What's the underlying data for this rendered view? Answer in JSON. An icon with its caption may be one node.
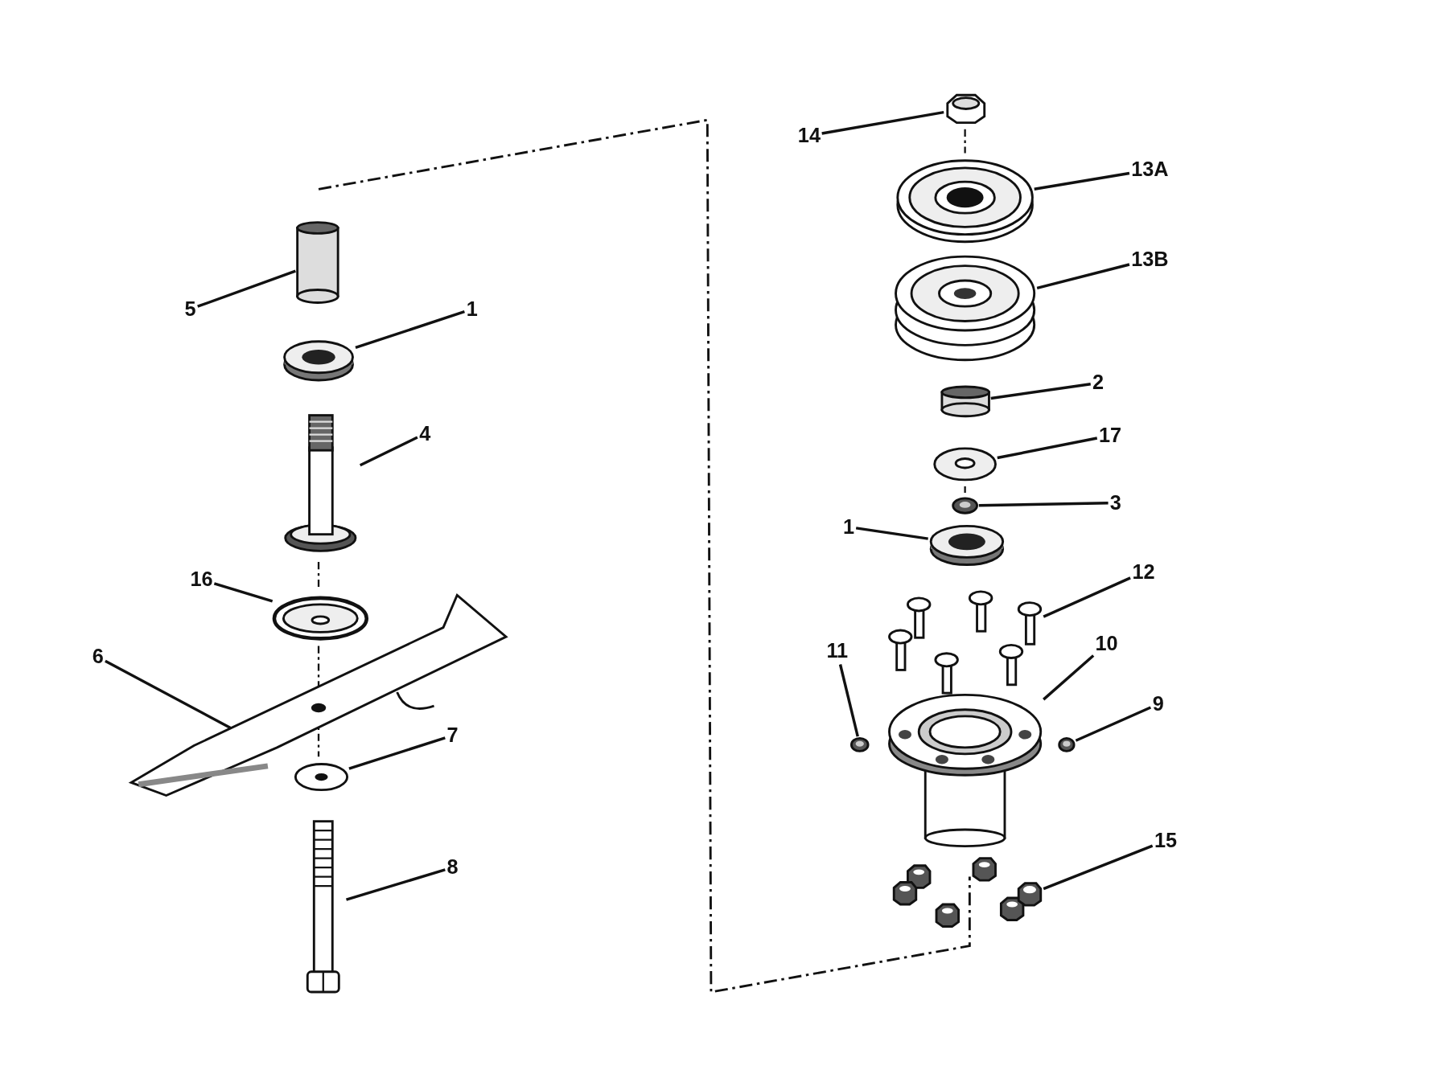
{
  "diagram": {
    "nodes": [
      {
        "text": [
          "5"
        ]
      },
      {
        "text": [],
        "shape": "cylinder"
      },
      {
        "text": [
          "1"
        ]
      },
      {
        "text": [],
        "shape": "picture"
      },
      {
        "text": [
          "4"
        ]
      },
      {
        "text": [],
        "shape": "picture"
      },
      {
        "text": [
          "16"
        ]
      },
      {
        "text": [],
        "shape": "picture"
      },
      {
        "text": [
          "6"
        ]
      },
      {
        "text": [],
        "shape": "picture"
      },
      {
        "text": [
          "7"
        ]
      },
      {
        "text": [],
        "shape": "picture"
      },
      {
        "text": [
          "8"
        ]
      },
      {
        "text": [],
        "shape": "picture"
      },
      {
        "text": [
          "14"
        ]
      },
      {
        "text": [],
        "shape": "picture"
      },
      {
        "text": [
          "13A"
        ]
      },
      {
        "text": [],
        "shape": "picture"
      },
      {
        "text": [
          "13B"
        ]
      },
      {
        "text": [],
        "shape": "picture"
      },
      {
        "text": [
          "2"
        ]
      },
      {
        "text": [],
        "shape": "cylinder"
      },
      {
        "text": [
          "17"
        ]
      },
      {
        "text": [],
        "shape": "picture"
      },
      {
        "text": [
          "3"
        ]
      },
      {
        "text": [],
        "shape": "circle"
      },
      {
        "text": [
          "1"
        ]
      },
      {
        "text": [],
        "shape": "picture"
      },
      {
        "text": [
          "12"
        ]
      },
      {
        "text": [],
        "shape": "picture"
      },
      {
        "text": [
          "11"
        ]
      },
      {
        "text": [],
        "shape": "circle"
      },
      {
        "text": [
          "10"
        ]
      },
      {
        "text": [],
        "shape": "picture"
      },
      {
        "text": [
          "9"
        ]
      },
      {
        "text": [],
        "shape": "circle"
      },
      {
        "text": [
          "15"
        ]
      },
      {
        "text": [],
        "shape": "picture"
      }
    ],
    "edges": [
      {
        "from": 0,
        "to": 1,
        "arrow": "none"
      },
      {
        "from": 2,
        "to": 3,
        "arrow": "none"
      },
      {
        "from": 4,
        "to": 5,
        "arrow": "none"
      },
      {
        "from": 6,
        "to": 7,
        "arrow": "none"
      },
      {
        "from": 8,
        "to": 9,
        "arrow": "none"
      },
      {
        "from": 10,
        "to": 11,
        "arrow": "none"
      },
      {
        "from": 12,
        "to": 13,
        "arrow": "none"
      },
      {
        "from": 14,
        "to": 15,
        "arrow": "none"
      },
      {
        "from": 16,
        "to": 17,
        "arrow": "none"
      },
      {
        "from": 18,
        "to": 19,
        "arrow": "none"
      },
      {
        "from": 20,
        "to": 21,
        "arrow": "none"
      },
      {
        "from": 22,
        "to": 23,
        "arrow": "none"
      },
      {
        "from": 24,
        "to": 25,
        "arrow": "none"
      },
      {
        "from": 26,
        "to": 27,
        "arrow": "none"
      },
      {
        "from": 28,
        "to": 29,
        "arrow": "none"
      },
      {
        "from": 30,
        "to": 31,
        "arrow": "none"
      },
      {
        "from": 32,
        "to": 33,
        "arrow": "none"
      },
      {
        "from": 34,
        "to": 35,
        "arrow": "none"
      },
      {
        "from": 36,
        "to": 37,
        "arrow": "none"
      }
    ]
  }
}
